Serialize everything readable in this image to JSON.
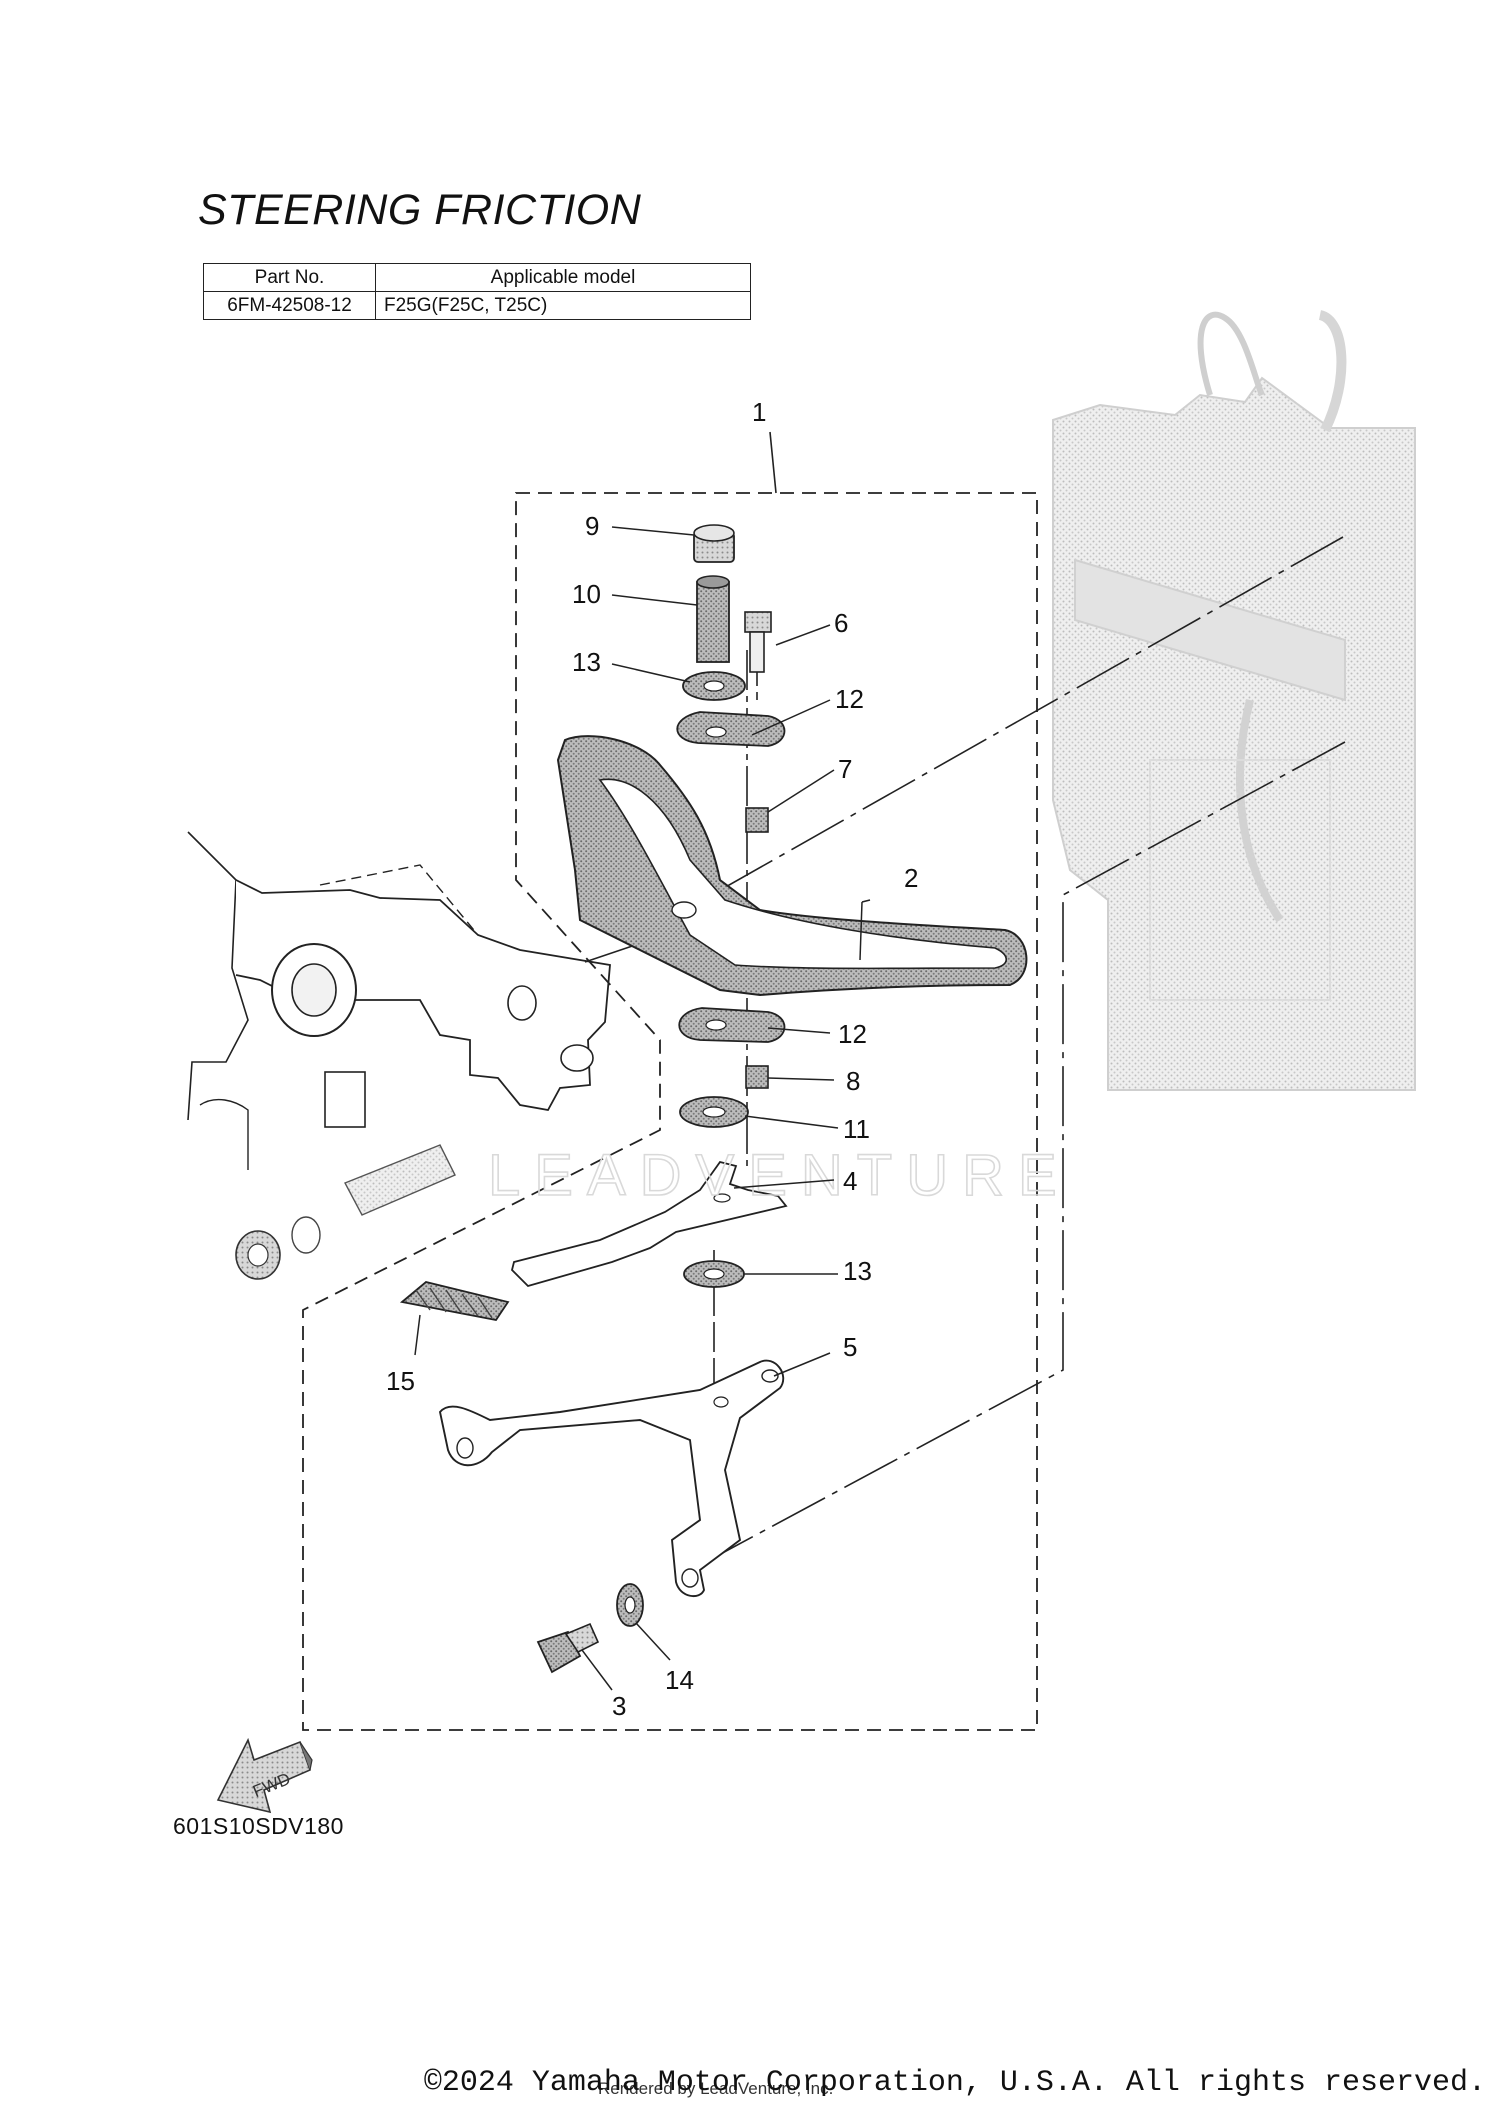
{
  "title": "STEERING FRICTION",
  "model_table": {
    "headers": [
      "Part No.",
      "Applicable model"
    ],
    "rows": [
      [
        "6FM-42508-12",
        "F25G(F25C, T25C)"
      ]
    ]
  },
  "callouts": [
    "1",
    "2",
    "3",
    "4",
    "5",
    "6",
    "7",
    "8",
    "9",
    "10",
    "11",
    "12",
    "12",
    "13",
    "13",
    "14",
    "15"
  ],
  "fwd_label": "FWD",
  "watermark": "LEADVENTURE",
  "diagram_code": "601S10SDV180",
  "copyright": "©2024 Yamaha Motor Corporation, U.S.A. All rights reserved.",
  "rendered_by": "Rendered by LeadVenture, Inc."
}
